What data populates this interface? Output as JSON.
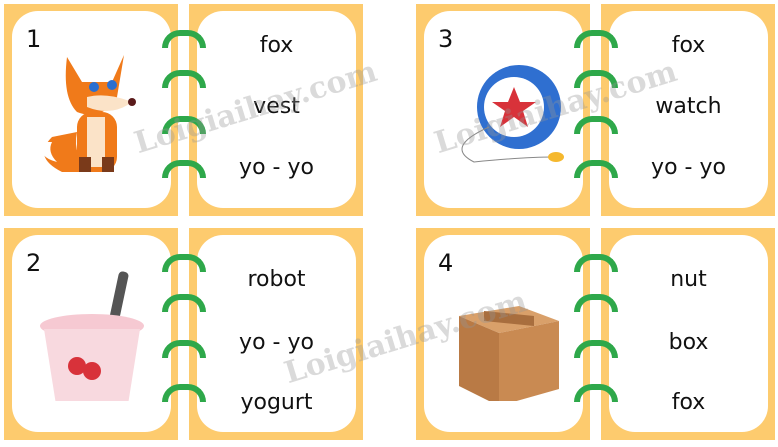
{
  "cards": [
    {
      "number": "1",
      "picture": "fox",
      "words": [
        "fox",
        "vest",
        "yo - yo"
      ]
    },
    {
      "number": "2",
      "picture": "yogurt",
      "words": [
        "robot",
        "yo - yo",
        "yogurt"
      ]
    },
    {
      "number": "3",
      "picture": "yo-yo",
      "words": [
        "fox",
        "watch",
        "yo - yo"
      ]
    },
    {
      "number": "4",
      "picture": "box",
      "words": [
        "nut",
        "box",
        "fox"
      ]
    }
  ],
  "watermark": "Loigiaihay.com",
  "colors": {
    "frame": "#FDCB6E",
    "ring": "#2EA84A"
  }
}
